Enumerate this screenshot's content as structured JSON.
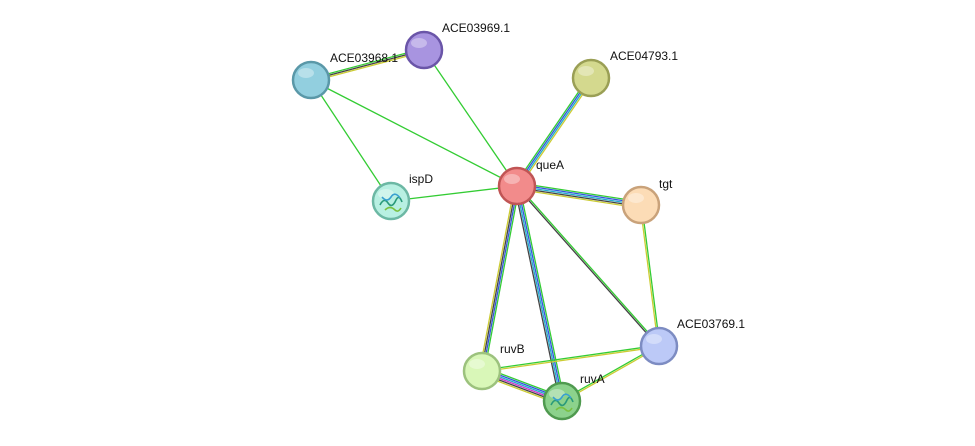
{
  "nodes": [
    {
      "id": "queA",
      "label": "queA",
      "fill": "#f28b8b",
      "stroke": "#c05555",
      "kind": "plain"
    },
    {
      "id": "tgt",
      "label": "tgt",
      "fill": "#fcdcb6",
      "stroke": "#c9a27a",
      "kind": "plain"
    },
    {
      "id": "ACE04793.1",
      "label": "ACE04793.1",
      "fill": "#d4d98e",
      "stroke": "#9a9f55",
      "kind": "plain"
    },
    {
      "id": "ACE03969.1",
      "label": "ACE03969.1",
      "fill": "#a894e0",
      "stroke": "#6a55a8",
      "kind": "plain"
    },
    {
      "id": "ACE03968.1",
      "label": "ACE03968.1",
      "fill": "#92cfdf",
      "stroke": "#5a98a8",
      "kind": "plain"
    },
    {
      "id": "ispD",
      "label": "ispD",
      "fill": "#b8f0e2",
      "stroke": "#6cb8a4",
      "kind": "structure"
    },
    {
      "id": "ACE03769.1",
      "label": "ACE03769.1",
      "fill": "#bcc9f7",
      "stroke": "#7d8cc2",
      "kind": "plain"
    },
    {
      "id": "ruvB",
      "label": "ruvB",
      "fill": "#d9f7b8",
      "stroke": "#9cc27d",
      "kind": "plain"
    },
    {
      "id": "ruvA",
      "label": "ruvA",
      "fill": "#8cd28c",
      "stroke": "#4f9a4f",
      "kind": "structure"
    }
  ],
  "edges": [
    {
      "source": "queA",
      "target": "ACE03969.1",
      "colors": [
        "#33cc33"
      ]
    },
    {
      "source": "queA",
      "target": "ACE03968.1",
      "colors": [
        "#33cc33"
      ]
    },
    {
      "source": "queA",
      "target": "ispD",
      "colors": [
        "#33cc33"
      ]
    },
    {
      "source": "queA",
      "target": "ACE04793.1",
      "colors": [
        "#33cc33",
        "#3355dd",
        "#22aacc",
        "#cccc33"
      ]
    },
    {
      "source": "queA",
      "target": "tgt",
      "colors": [
        "#33cc33",
        "#3355dd",
        "#22aacc",
        "#444444",
        "#cccc33"
      ]
    },
    {
      "source": "queA",
      "target": "ACE03769.1",
      "colors": [
        "#33cc33",
        "#444444"
      ]
    },
    {
      "source": "queA",
      "target": "ruvB",
      "colors": [
        "#33cc33",
        "#3355dd",
        "#444444",
        "#cccc33"
      ]
    },
    {
      "source": "queA",
      "target": "ruvA",
      "colors": [
        "#33cc33",
        "#3355dd",
        "#22aacc",
        "#444444"
      ]
    },
    {
      "source": "ACE03968.1",
      "target": "ACE03969.1",
      "colors": [
        "#33cc33",
        "#444444",
        "#cccc33"
      ]
    },
    {
      "source": "ACE03968.1",
      "target": "ispD",
      "colors": [
        "#33cc33"
      ]
    },
    {
      "source": "tgt",
      "target": "ACE03769.1",
      "colors": [
        "#33cc33",
        "#cccc33"
      ]
    },
    {
      "source": "ruvB",
      "target": "ACE03769.1",
      "colors": [
        "#33cc33",
        "#cccc33"
      ]
    },
    {
      "source": "ruvA",
      "target": "ACE03769.1",
      "colors": [
        "#33cc33",
        "#cccc33"
      ]
    },
    {
      "source": "ruvB",
      "target": "ruvA",
      "colors": [
        "#33cc33",
        "#3355dd",
        "#22aacc",
        "#cc33cc",
        "#444444",
        "#cccc33"
      ]
    }
  ]
}
